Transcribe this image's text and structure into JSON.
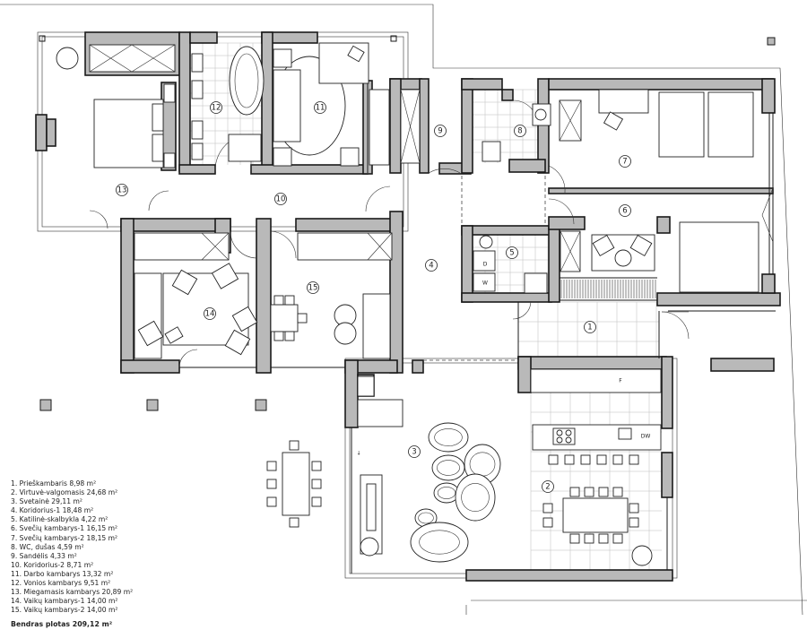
{
  "legend": {
    "items": [
      "1. Prieškambaris 8,98 m²",
      "2. Virtuvė-valgomasis 24,68 m²",
      "3. Svetainė 29,11 m²",
      "4. Koridorius-1 18,48 m²",
      "5. Katilinė-skalbykla 4,22 m²",
      "6. Svečių kambarys-1 16,15 m²",
      "7. Svečių kambarys-2 18,15 m²",
      "8. WC, dušas 4,59 m²",
      "9. Sandėlis 4,33 m²",
      "10. Koridorius-2 8,71 m²",
      "11. Darbo kambarys 13,32 m²",
      "12. Vonios kambarys 9,51 m²",
      "13. Miegamasis kambarys 20,89 m²",
      "14. Vaikų kambarys-1 14,00 m²",
      "15. Vaikų kambarys-2 14,00 m²"
    ],
    "total": "Bendras plotas 209,12 m²"
  },
  "rooms": [
    {
      "n": "1"
    },
    {
      "n": "2"
    },
    {
      "n": "3"
    },
    {
      "n": "4"
    },
    {
      "n": "5"
    },
    {
      "n": "6"
    },
    {
      "n": "7"
    },
    {
      "n": "8"
    },
    {
      "n": "9"
    },
    {
      "n": "10"
    },
    {
      "n": "11"
    },
    {
      "n": "12"
    },
    {
      "n": "13"
    },
    {
      "n": "14"
    },
    {
      "n": "15"
    }
  ],
  "appliances": {
    "fridge": "F",
    "dishwasher": "DW",
    "dryer": "D",
    "washer": "W"
  }
}
